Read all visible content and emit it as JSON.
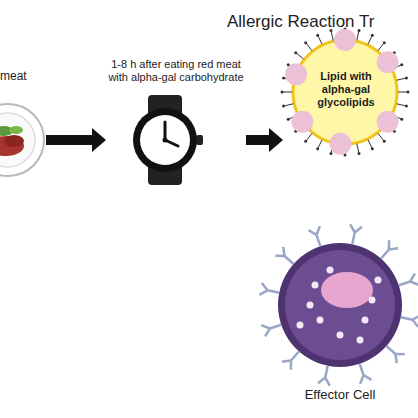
{
  "diagram": {
    "title": "Allergic Reaction Tr",
    "nodes": [
      {
        "text": [
          "meat"
        ]
      },
      {
        "text": [
          "1-8 h after eating red meat with alpha-gal carbohydrate"
        ]
      },
      {
        "text": [
          "Lipid with alpha-gal glycolipids"
        ]
      },
      {
        "text": [
          "Effector Cell"
        ]
      }
    ],
    "edges": [
      {
        "from": 0,
        "to": 1,
        "arrow": "to"
      },
      {
        "from": 1,
        "to": 2,
        "arrow": "to"
      }
    ]
  }
}
